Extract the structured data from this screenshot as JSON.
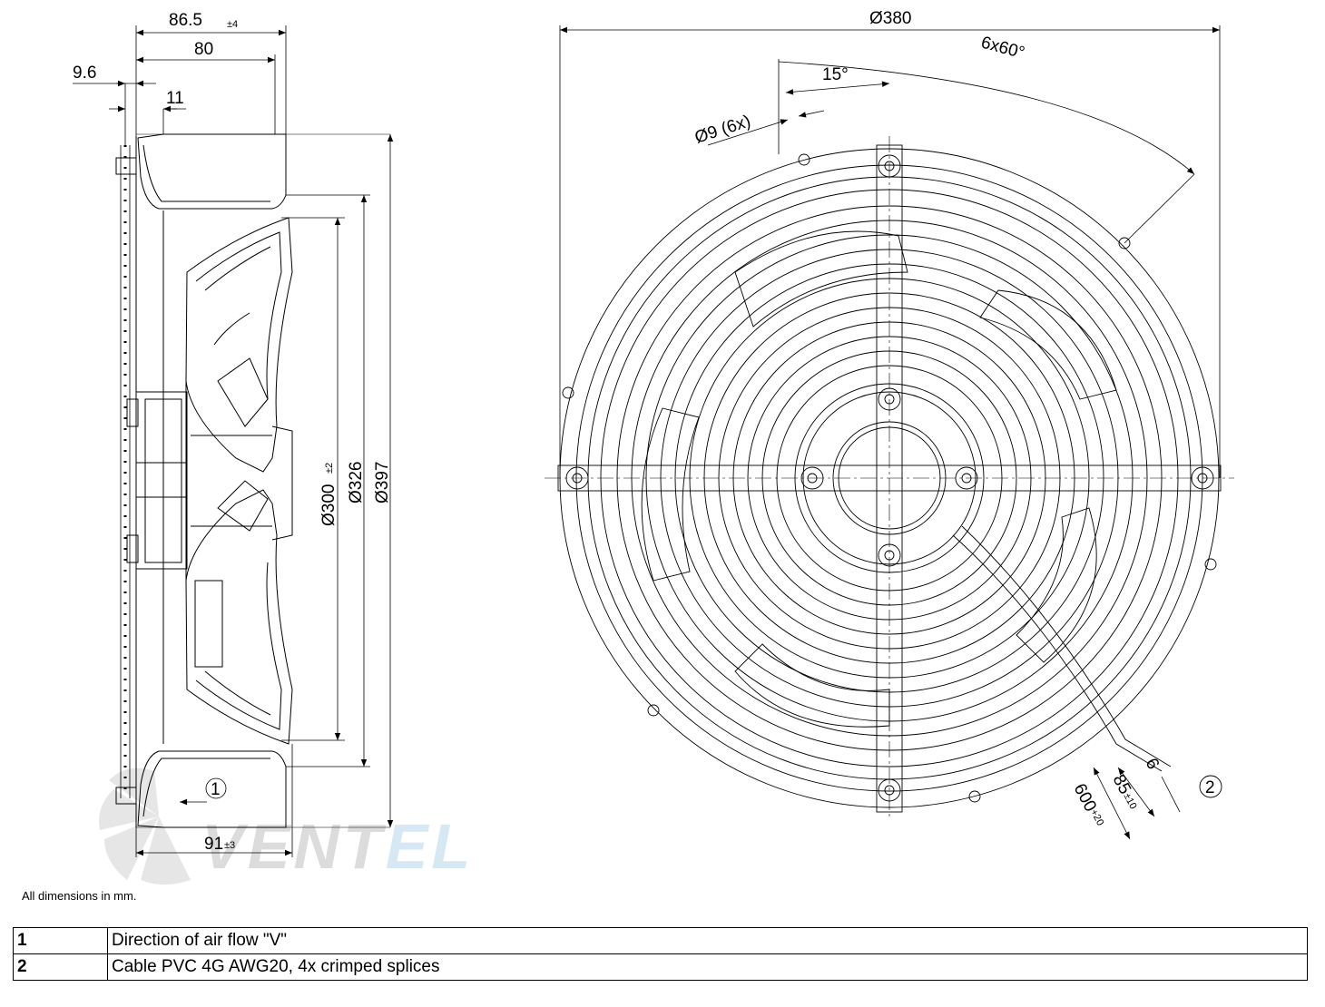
{
  "dimensions": {
    "overall_depth": "86.5",
    "overall_depth_tol": "±4",
    "depth_80": "80",
    "offset_9_6": "9.6",
    "flange_11": "11",
    "bottom_depth": "91",
    "bottom_depth_tol": "±3",
    "dia_300": "Ø300",
    "dia_300_tol": "±2",
    "dia_326": "Ø326",
    "dia_397": "Ø397",
    "dia_380": "Ø380",
    "holes_pattern": "6x60°",
    "angle_15": "15°",
    "holes": "Ø9 (6x)",
    "cable_600": "600",
    "cable_600_tol": "+20",
    "cable_85": "85",
    "cable_85_tol": "±10",
    "cable_6": "6"
  },
  "callouts": {
    "one": "1",
    "two": "2"
  },
  "note": "All dimensions in mm.",
  "logo": {
    "part1": "VENT",
    "part2": "EL"
  },
  "legend": [
    {
      "num": "1",
      "text": "Direction of air flow \"V\""
    },
    {
      "num": "2",
      "text": "Cable PVC 4G AWG20, 4x crimped splices"
    }
  ]
}
